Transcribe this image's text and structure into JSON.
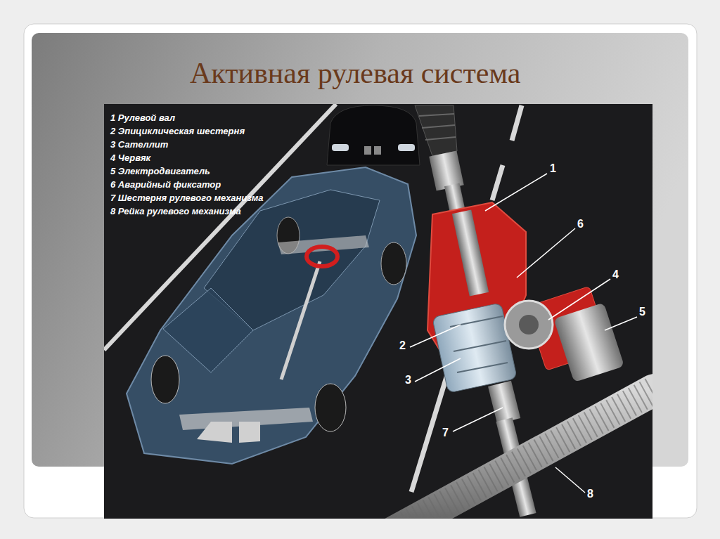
{
  "diagram": {
    "title": "Активная рулевая система",
    "labels": [
      "1 Рулевой вал",
      "2 Эпициклическая шестерня",
      "3 Сателлит",
      "4 Червяк",
      "5 Электродвигатель",
      "6 Аварийный фиксатор",
      "7 Шестерня рулевого механизма",
      "8 Рейка рулевого механизма",
      "1",
      "6",
      "4",
      "5",
      "2",
      "3",
      "7",
      "8"
    ]
  }
}
